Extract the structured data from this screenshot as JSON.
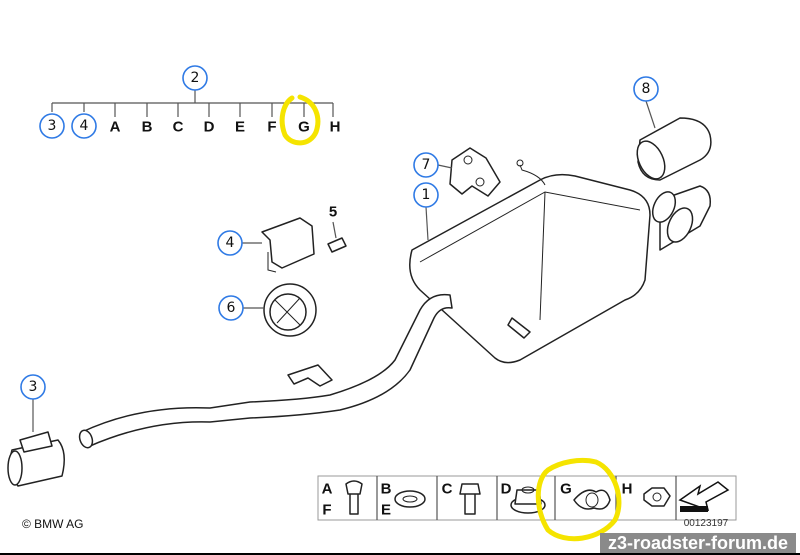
{
  "tree": {
    "root": "2",
    "items": [
      "3",
      "4",
      "A",
      "B",
      "C",
      "D",
      "E",
      "F",
      "G",
      "H"
    ]
  },
  "callouts": {
    "c8": "8",
    "c7": "7",
    "c1": "1",
    "c4": "4",
    "c5": "5",
    "c6": "6",
    "c3": "3"
  },
  "legend": {
    "cells": [
      {
        "top": "A",
        "bottom": "F",
        "part": "bolt"
      },
      {
        "top": "B",
        "bottom": "E",
        "part": "washer"
      },
      {
        "top": "C",
        "part": "flange-bolt"
      },
      {
        "top": "D",
        "part": "collar-nut"
      },
      {
        "top": "G",
        "part": "gasket"
      },
      {
        "top": "H",
        "part": "hex-nut"
      }
    ]
  },
  "diagram_number": "00123197",
  "copyright": "© BMW AG",
  "watermark": "z3-roadster-forum.de",
  "colors": {
    "callout": "#2f7ae5",
    "highlight": "#f5e400"
  }
}
